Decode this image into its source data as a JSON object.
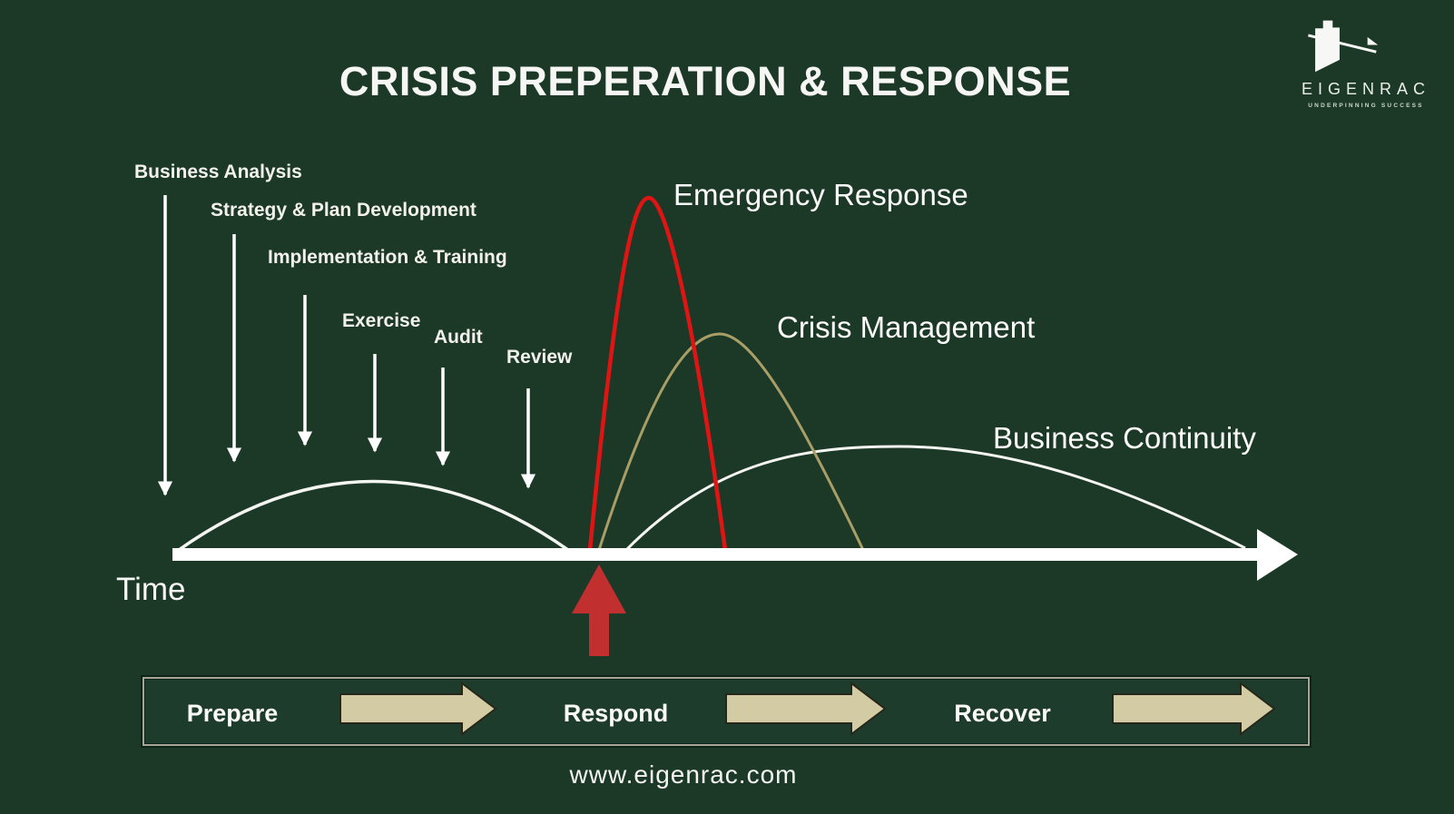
{
  "header": {
    "title": "CRISIS PREPERATION & RESPONSE",
    "logo": {
      "brand": "EIGENRAC",
      "tagline": "UNDERPINNING SUCCESS"
    }
  },
  "diagram": {
    "time_axis_label": "Time",
    "preparation_steps": [
      {
        "label": "Business Analysis"
      },
      {
        "label": "Strategy & Plan Development"
      },
      {
        "label": "Implementation & Training"
      },
      {
        "label": "Exercise"
      },
      {
        "label": "Audit"
      },
      {
        "label": "Review"
      }
    ],
    "curves": [
      {
        "label": "Emergency Response",
        "color": "#e11414"
      },
      {
        "label": "Crisis Management",
        "color": "#a89e66"
      },
      {
        "label": "Business Continuity",
        "color": "#f5f5f2"
      }
    ],
    "preparation_curve_color": "#f5f5f2",
    "timeline_color": "#ffffff",
    "crisis_marker_color": "#c22f2f"
  },
  "phase_bar": {
    "phases": [
      {
        "label": "Prepare"
      },
      {
        "label": "Respond"
      },
      {
        "label": "Recover"
      }
    ],
    "arrow_color": "#d3cba4"
  },
  "footer": {
    "website": "www.eigenrac.com"
  },
  "theme": {
    "background": "#1c3928",
    "text": "#f5f5f2"
  }
}
